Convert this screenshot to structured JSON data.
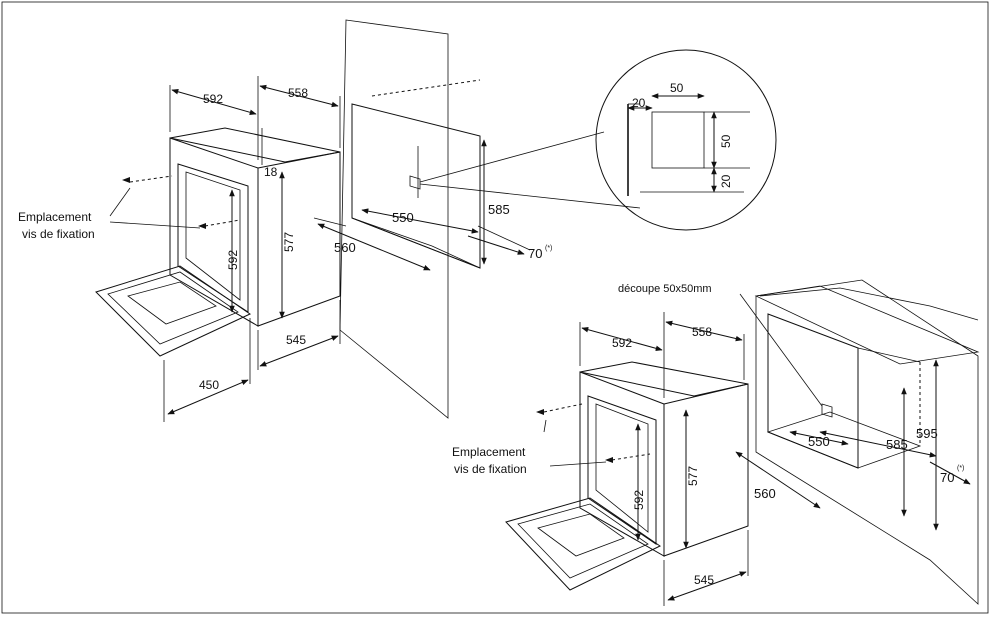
{
  "colors": {
    "ink": "#111111",
    "paper": "#ffffff",
    "stipple": "#bdbdbd",
    "cavity": "#f2f2f2"
  },
  "top_diagram": {
    "label_mount": [
      "Emplacement",
      "vis de fixation"
    ],
    "dim_width": "592",
    "dim_depth_top": "558",
    "dim_gap": "18",
    "dim_height": "577",
    "dim_front_height": "592",
    "dim_depth_bottom": "545",
    "dim_door": "450",
    "dim_niche_width": "550",
    "dim_niche_depth": "560",
    "dim_niche_height": "585",
    "dim_ventilation": "70",
    "note_mark": "(*)"
  },
  "detail": {
    "dim_top": "50",
    "dim_left": "20",
    "dim_right": "50",
    "dim_bottom": "20"
  },
  "bottom_diagram": {
    "label_cutout": "découpe 50x50mm",
    "label_mount": [
      "Emplacement",
      "vis de fixation"
    ],
    "dim_width": "592",
    "dim_depth_top": "558",
    "dim_height": "577",
    "dim_front_height": "592",
    "dim_depth_bottom": "545",
    "dim_niche_width": "550",
    "dim_niche_depth": "560",
    "dim_niche_height_a": "585",
    "dim_niche_height_b": "595",
    "dim_ventilation": "70",
    "note_mark": "(*)"
  }
}
